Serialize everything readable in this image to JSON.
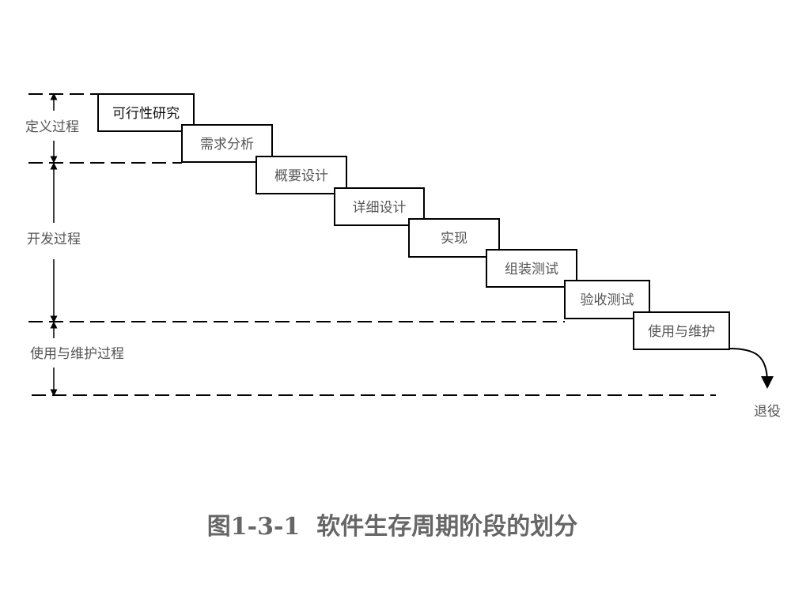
{
  "phases": {
    "definition": "定义过程",
    "development": "开发过程",
    "maintenance": "使用与维护过程"
  },
  "stages": [
    "可行性研究",
    "需求分析",
    "概要设计",
    "详细设计",
    "实现",
    "组装测试",
    "验收测试",
    "使用与维护"
  ],
  "retire_label": "退役",
  "caption": "图1-3-1  软件生存周期阶段的划分"
}
